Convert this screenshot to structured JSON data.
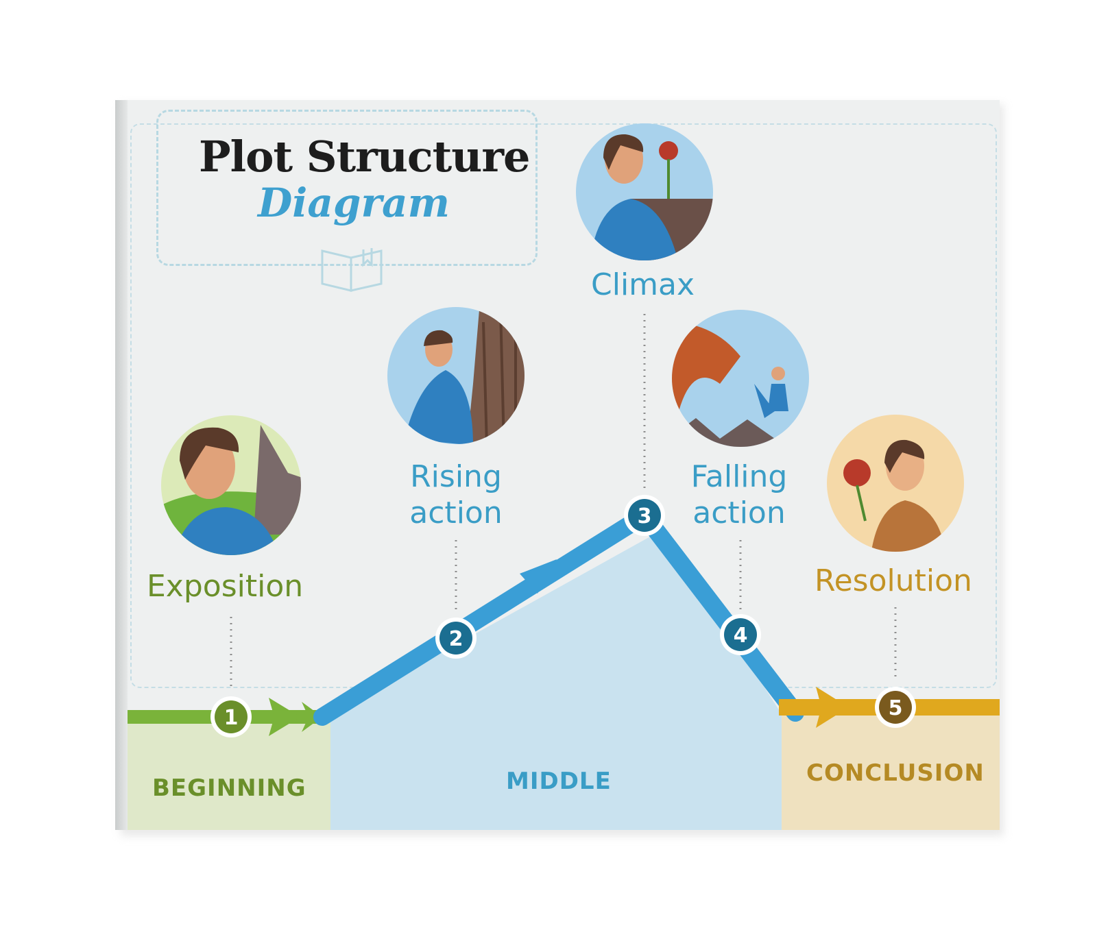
{
  "title": {
    "line1": "Plot Structure",
    "line2": "Diagram"
  },
  "stages": [
    {
      "number": "1",
      "label": "Exposition",
      "color": "#6a8f2a"
    },
    {
      "number": "2",
      "label_line1": "Rising",
      "label_line2": "action",
      "color": "#1b6e91"
    },
    {
      "number": "3",
      "label": "Climax",
      "color": "#1b6e91"
    },
    {
      "number": "4",
      "label_line1": "Falling",
      "label_line2": "action",
      "color": "#1b6e91"
    },
    {
      "number": "5",
      "label": "Resolution",
      "color": "#7a5a1e"
    }
  ],
  "sections": {
    "beginning": "BEGINNING",
    "middle": "MIDDLE",
    "conclusion": "CONCLUSION"
  },
  "colors": {
    "green": "#7ab33a",
    "blue": "#3a9ed6",
    "gold": "#e0a81e",
    "green_zone": "#dfe8c9",
    "blue_zone": "#c9e2ef",
    "gold_zone": "#efe1bf"
  },
  "icons": {
    "title_icon": "open-book-icon",
    "exposition": "hero-portrait-icon",
    "rising": "hero-climbing-icon",
    "climax": "hero-with-rose-icon",
    "falling": "hero-fleeing-dragon-icon",
    "resolution": "person-receiving-rose-icon"
  }
}
